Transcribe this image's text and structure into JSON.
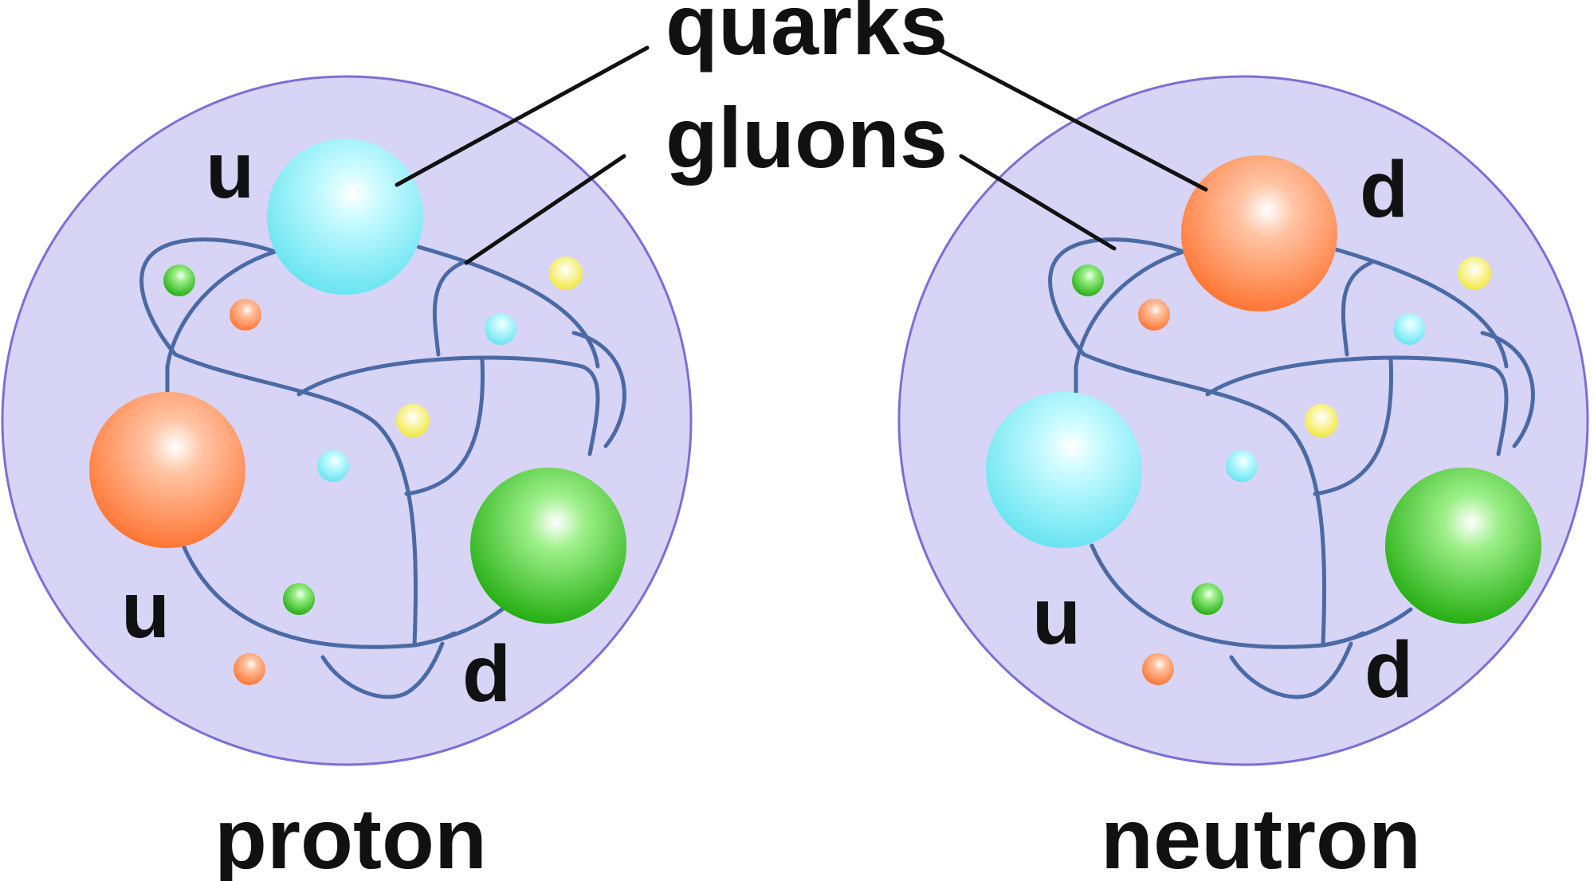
{
  "labels": {
    "quarks": "quarks",
    "gluons": "gluons"
  },
  "particles": [
    {
      "name": "proton",
      "quarks": [
        "u",
        "u",
        "d"
      ]
    },
    {
      "name": "neutron",
      "quarks": [
        "d",
        "u",
        "d"
      ]
    }
  ],
  "colors": {
    "nucleon_fill": "#d8d4f5",
    "nucleon_edge": "#7a6fd6",
    "gluon_line": "#4a6aa6",
    "quark_cyan": "#6fe6f2",
    "quark_orange": "#ff7a3a",
    "quark_green": "#22b40c",
    "gluon_dot_yellow": "#f2ea2a",
    "text": "#111111"
  }
}
